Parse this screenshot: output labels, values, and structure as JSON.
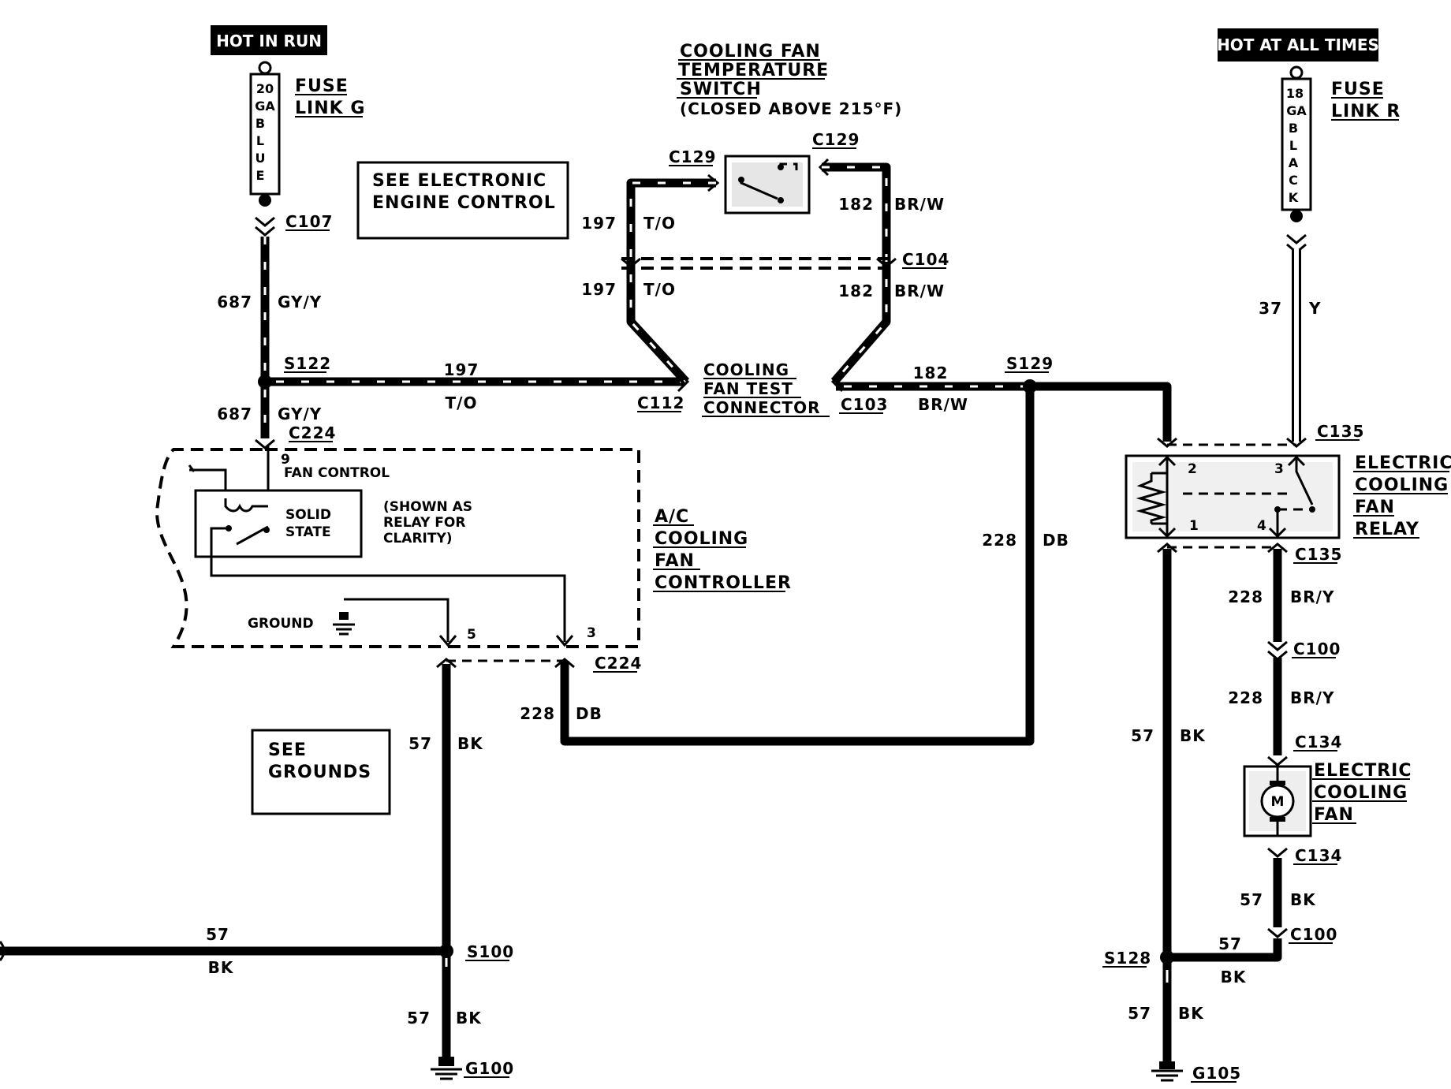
{
  "power": {
    "hot_in_run": "HOT IN RUN",
    "hot_at_all_times": "HOT AT ALL TIMES"
  },
  "fuse_g": {
    "label_line1": "FUSE",
    "label_line2": "LINK G",
    "gauge": [
      "20",
      "GA",
      "B",
      "L",
      "U",
      "E"
    ]
  },
  "fuse_r": {
    "label_line1": "FUSE",
    "label_line2": "LINK R",
    "gauge": [
      "18",
      "GA",
      "B",
      "L",
      "A",
      "C",
      "K"
    ]
  },
  "notes": {
    "electronic_engine_control_1": "SEE ELECTRONIC",
    "electronic_engine_control_2": "ENGINE CONTROL",
    "grounds_1": "SEE",
    "grounds_2": "GROUNDS"
  },
  "switch": {
    "title_1": "COOLING FAN",
    "title_2": "TEMPERATURE",
    "title_3": "SWITCH",
    "condition": "(CLOSED ABOVE 215°F)"
  },
  "test_connector": {
    "line1": "COOLING",
    "line2": "FAN TEST",
    "line3": "CONNECTOR"
  },
  "controller": {
    "title_1": "A/C",
    "title_2": "COOLING",
    "title_3": "FAN",
    "title_4": "CONTROLLER",
    "fan_control": "FAN CONTROL",
    "solid_1": "SOLID",
    "solid_2": "STATE",
    "note_1": "(SHOWN AS",
    "note_2": "RELAY FOR",
    "note_3": "CLARITY)",
    "ground": "GROUND",
    "pin_9": "9",
    "pin_5": "5",
    "pin_3": "3"
  },
  "relay": {
    "title_1": "ELECTRIC",
    "title_2": "COOLING",
    "title_3": "FAN",
    "title_4": "RELAY",
    "pin_1": "1",
    "pin_2": "2",
    "pin_3": "3",
    "pin_4": "4"
  },
  "fan": {
    "title_1": "ELECTRIC",
    "title_2": "COOLING",
    "title_3": "FAN",
    "motor": "M"
  },
  "connectors": {
    "c107": "C107",
    "s122": "S122",
    "c224a": "C224",
    "c224b": "C224",
    "c129a": "C129",
    "c129b": "C129",
    "c104": "C104",
    "c112": "C112",
    "c103": "C103",
    "s129": "S129",
    "c135a": "C135",
    "c135b": "C135",
    "c100a": "C100",
    "c100b": "C100",
    "c134a": "C134",
    "c134b": "C134",
    "s100": "S100",
    "s128": "S128",
    "g100": "G100",
    "g105": "G105"
  },
  "wires": {
    "w687a_num": "687",
    "w687a_col": "GY/Y",
    "w687b_num": "687",
    "w687b_col": "GY/Y",
    "w197a_num": "197",
    "w197a_col": "T/O",
    "w197b_num": "197",
    "w197b_col": "T/O",
    "w197c_num": "197",
    "w197c_col": "T/O",
    "w182a_num": "182",
    "w182a_col": "BR/W",
    "w182b_num": "182",
    "w182b_col": "BR/W",
    "w182c_num": "182",
    "w182c_col": "BR/W",
    "w37_num": "37",
    "w37_col": "Y",
    "w228a_num": "228",
    "w228a_col": "DB",
    "w228b_num": "228",
    "w228b_col": "DB",
    "w228c_num": "228",
    "w228c_col": "BR/Y",
    "w228d_num": "228",
    "w228d_col": "BR/Y",
    "w57a_num": "57",
    "w57a_col": "BK",
    "w57b_num": "57",
    "w57b_col": "BK",
    "w57c_num": "57",
    "w57c_col": "BK",
    "w57d_num": "57",
    "w57d_col": "BK",
    "w57e_num": "57",
    "w57e_col": "BK",
    "w57f_num": "57",
    "w57f_col": "BK",
    "w57g_num": "57",
    "w57g_col": "BK"
  }
}
